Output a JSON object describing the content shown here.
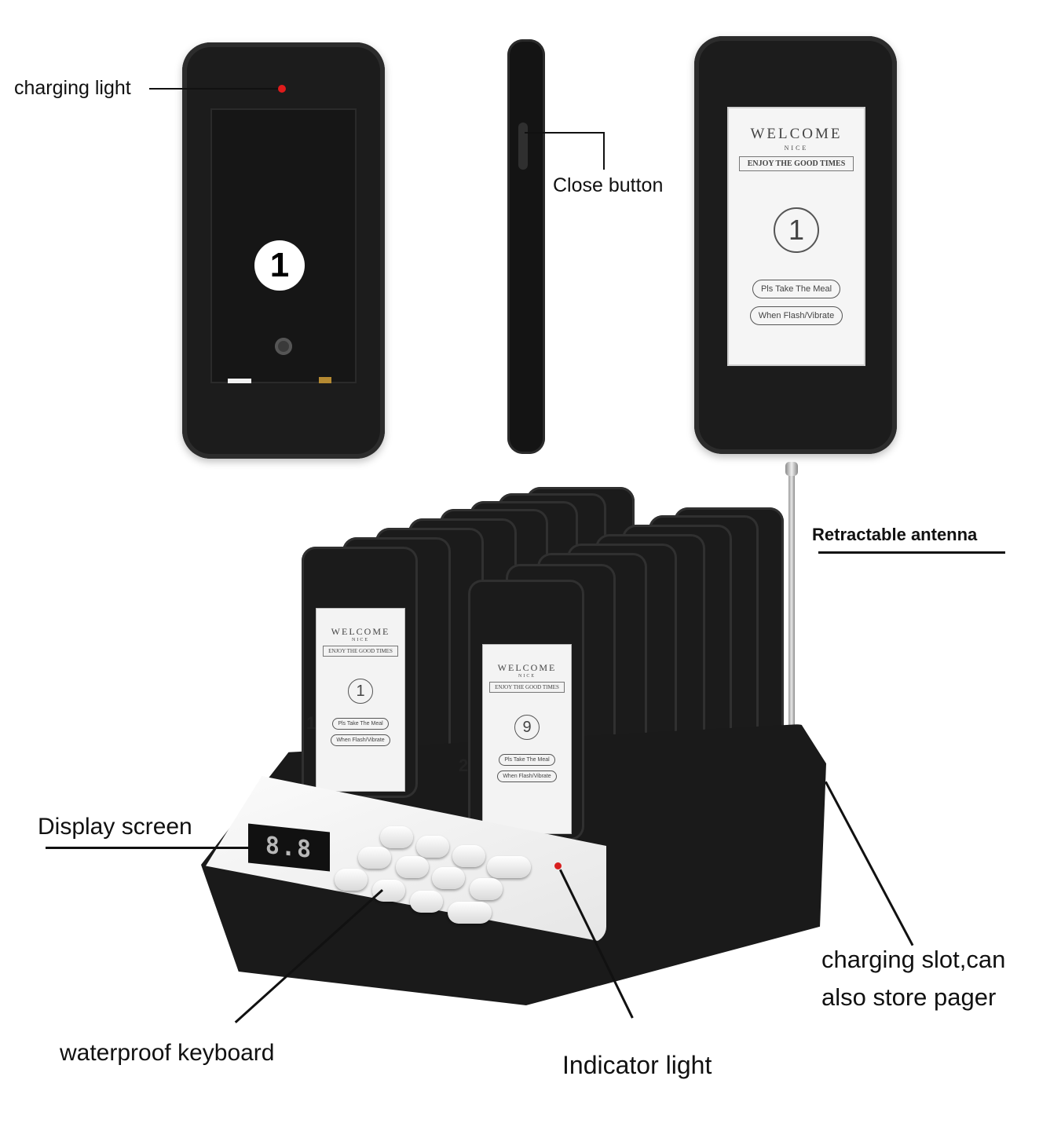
{
  "callouts": {
    "charging_light": "charging  light",
    "close_button": "Close button",
    "retractable_antenna": "Retractable antenna",
    "display_screen": "Display screen",
    "charging_slot_line1": "charging slot,can",
    "charging_slot_line2": "also store pager",
    "waterproof_keyboard": "waterproof keyboard",
    "indicator_light": "Indicator light"
  },
  "back_pager": {
    "number": "1"
  },
  "front_pager": {
    "welcome": "WELCOME",
    "nice": "NICE",
    "ribbon": "ENJOY THE GOOD TIMES",
    "number": "1",
    "line1": "Pls Take The Meal",
    "line2": "When Flash/Vibrate"
  },
  "base": {
    "display_reading": "8.8",
    "slot_labels": [
      "1",
      "2"
    ],
    "pager_left": {
      "welcome": "WELCOME",
      "nice": "NICE",
      "ribbon": "ENJOY THE GOOD TIMES",
      "number": "1",
      "line1": "Pls Take The Meal",
      "line2": "When Flash/Vibrate"
    },
    "pager_right": {
      "welcome": "WELCOME",
      "nice": "NICE",
      "ribbon": "ENJOY THE GOOD TIMES",
      "number": "9",
      "line1": "Pls Take The Meal",
      "line2": "When Flash/Vibrate"
    }
  },
  "colors": {
    "charging_light": "#e01b1b",
    "indicator_light": "#d81f1f",
    "device_body": "#1c1c1c"
  }
}
